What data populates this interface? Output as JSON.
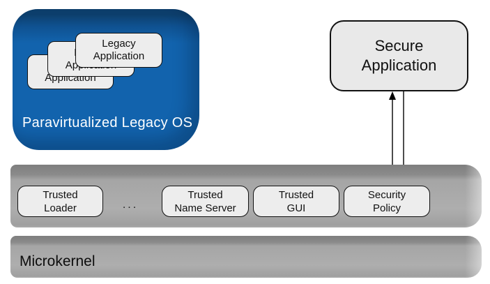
{
  "diagram": {
    "legacy_os": {
      "label": "Paravirtualized Legacy OS",
      "apps": [
        {
          "label": "Legacy\nApplication"
        },
        {
          "label": "Legacy\nApplication"
        },
        {
          "label": "Legacy\nApplication"
        }
      ]
    },
    "secure_application": {
      "label": "Secure\nApplication"
    },
    "trusted_layer": {
      "ellipsis": "...",
      "items": [
        {
          "label": "Trusted\nLoader"
        },
        {
          "label": "Trusted\nName Server"
        },
        {
          "label": "Trusted\nGUI"
        },
        {
          "label": "Security\nPolicy"
        }
      ]
    },
    "microkernel": {
      "label": "Microkernel"
    },
    "colors": {
      "legacy_os_blue": "#1263ad",
      "legacy_os_blue_dark": "#0d3f6d",
      "slab_gray_face": "#aeaeae",
      "slab_gray_top": "#7e7e7e",
      "node_fill": "#ededed",
      "node_border": "#111111",
      "label_on_blue": "#ffffff"
    }
  }
}
